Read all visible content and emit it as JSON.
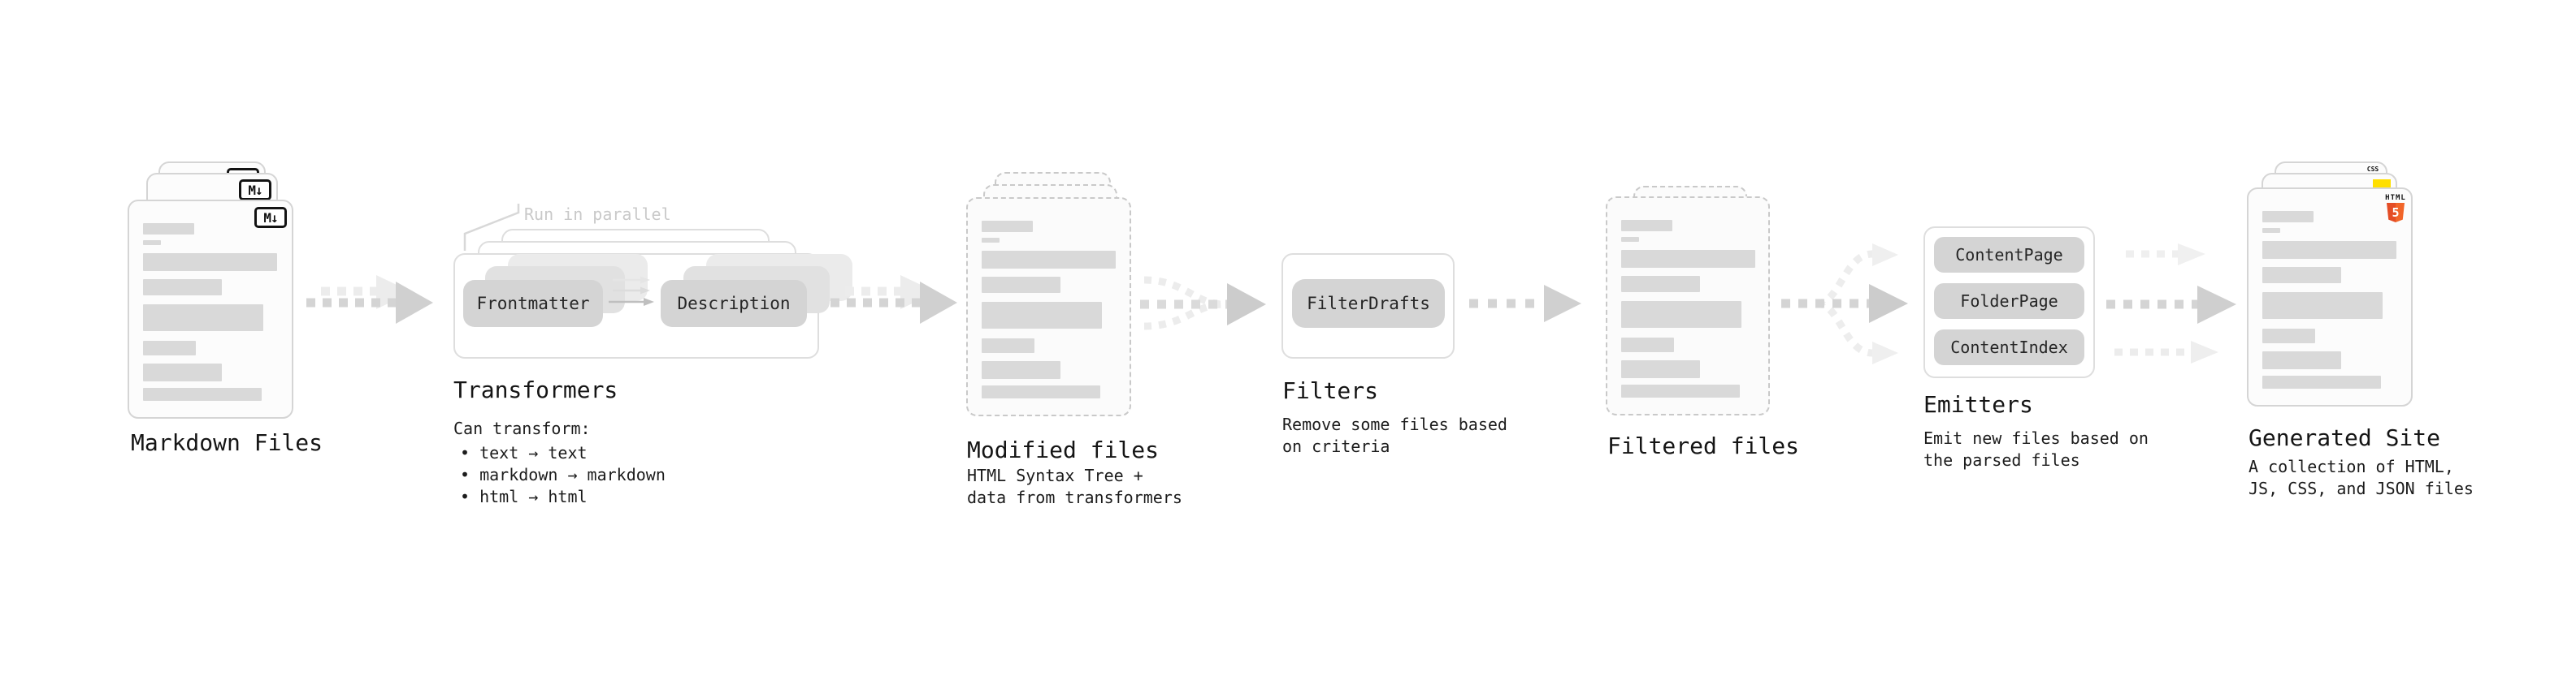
{
  "stages": [
    {
      "name": "markdown-files",
      "label": "Markdown Files",
      "icon": "M↓"
    },
    {
      "name": "transformers",
      "label": "Transformers",
      "annotation": "Run in parallel",
      "pills": [
        "Frontmatter",
        "Description"
      ],
      "desc_title": "Can transform:",
      "bullets": [
        "• text → text",
        "• markdown → markdown",
        "• html → html"
      ]
    },
    {
      "name": "modified-files",
      "label": "Modified files",
      "desc_lines": [
        "HTML Syntax Tree +",
        "data from transformers"
      ]
    },
    {
      "name": "filters",
      "label": "Filters",
      "pills": [
        "FilterDrafts"
      ],
      "desc_lines": [
        "Remove some files based",
        "on criteria"
      ]
    },
    {
      "name": "filtered-files",
      "label": "Filtered files"
    },
    {
      "name": "emitters",
      "label": "Emitters",
      "pills": [
        "ContentPage",
        "FolderPage",
        "ContentIndex"
      ],
      "desc_lines": [
        "Emit new files based on",
        "the parsed files"
      ]
    },
    {
      "name": "generated-site",
      "label": "Generated Site",
      "desc_lines": [
        "A collection of HTML,",
        "JS, CSS, and JSON files"
      ],
      "icons": {
        "css": "CSS",
        "html_word": "HTML",
        "html_number": "5"
      }
    }
  ],
  "colors": {
    "html5_orange": "#e44d26",
    "html5_orange_light": "#f16529",
    "css_blue": "#2b5ce0",
    "js_yellow": "#ffdf00",
    "bar_gray": "#d9d9d9",
    "pill_gray": "#d4d4d4",
    "arrow_gray": "#d0d0d0",
    "annotation_gray": "#c9c9c9"
  }
}
